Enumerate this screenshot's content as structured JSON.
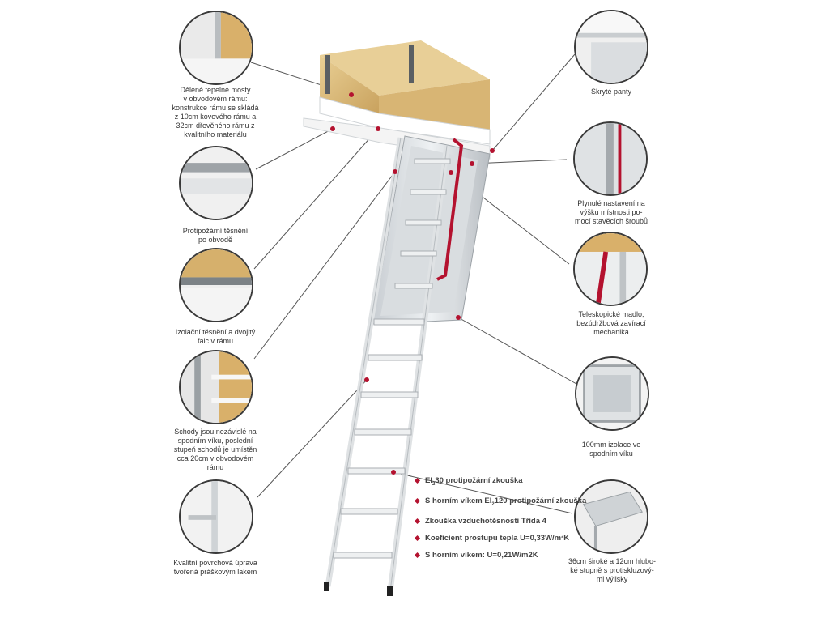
{
  "accent_color": "#b4122f",
  "callouts": [
    {
      "id": "thermal-bridges",
      "text_lines": [
        "Dělené tepelné mosty",
        "v obvodovém rámu:",
        "konstrukce rámu se skládá",
        "z 10cm kovového rámu a",
        "32cm dřevěného rámu z",
        "kvalitního materiálu"
      ],
      "icon": "frame-detail-icon"
    },
    {
      "id": "fire-seal",
      "text_lines": [
        "Protipožární těsnění",
        "po obvodě"
      ],
      "icon": "seal-detail-icon"
    },
    {
      "id": "insulation-seal",
      "text_lines": [
        "Izolační těsnění a dvojitý",
        "falc v rámu"
      ],
      "icon": "rebate-detail-icon"
    },
    {
      "id": "stairs-independent",
      "text_lines": [
        "Schody jsou nezávislé na",
        "spodním víku, poslední",
        "stupeň schodů je umístěn",
        "cca 20cm v obvodovém",
        "rámu"
      ],
      "icon": "spring-detail-icon"
    },
    {
      "id": "powder-coat",
      "text_lines": [
        "Kvalitní povrchová úprava",
        "tvořená práškovým lakem"
      ],
      "icon": "ladder-detail-icon"
    },
    {
      "id": "hidden-hinges",
      "text_lines": [
        "Skryté panty"
      ],
      "icon": "hinge-detail-icon"
    },
    {
      "id": "height-adjust",
      "text_lines": [
        "Plynulé nastavení na",
        "výšku místnosti po-",
        "mocí stavěcích šroubů"
      ],
      "icon": "screw-detail-icon"
    },
    {
      "id": "telescopic-handrail",
      "text_lines": [
        "Teleskopické madlo,",
        "bezúdržbová zavírací",
        "mechanika"
      ],
      "icon": "handrail-detail-icon"
    },
    {
      "id": "insulation-100",
      "text_lines": [
        "100mm izolace ve",
        "spodním víku"
      ],
      "icon": "lid-insulation-icon"
    },
    {
      "id": "wide-steps",
      "text_lines": [
        "36cm široké a 12cm hlubo-",
        "ké stupně s protiskluzový-",
        "mi výlisky"
      ],
      "icon": "step-detail-icon"
    }
  ],
  "features": [
    {
      "pre": "EI",
      "sub": "2",
      "post": "30 protipožární zkouška"
    },
    {
      "pre": "S horním víkem EI",
      "sub": "2",
      "post": "120 protipožární zkouška"
    },
    {
      "pre": "Zkouška vzduchotěsnosti Třída 4",
      "sub": "",
      "post": ""
    },
    {
      "pre": "Koeficient prostupu tepla U=0,33W/m²K",
      "sub": "",
      "post": ""
    },
    {
      "pre": "S horním víkem: U=0,21W/m2K",
      "sub": "",
      "post": ""
    }
  ]
}
